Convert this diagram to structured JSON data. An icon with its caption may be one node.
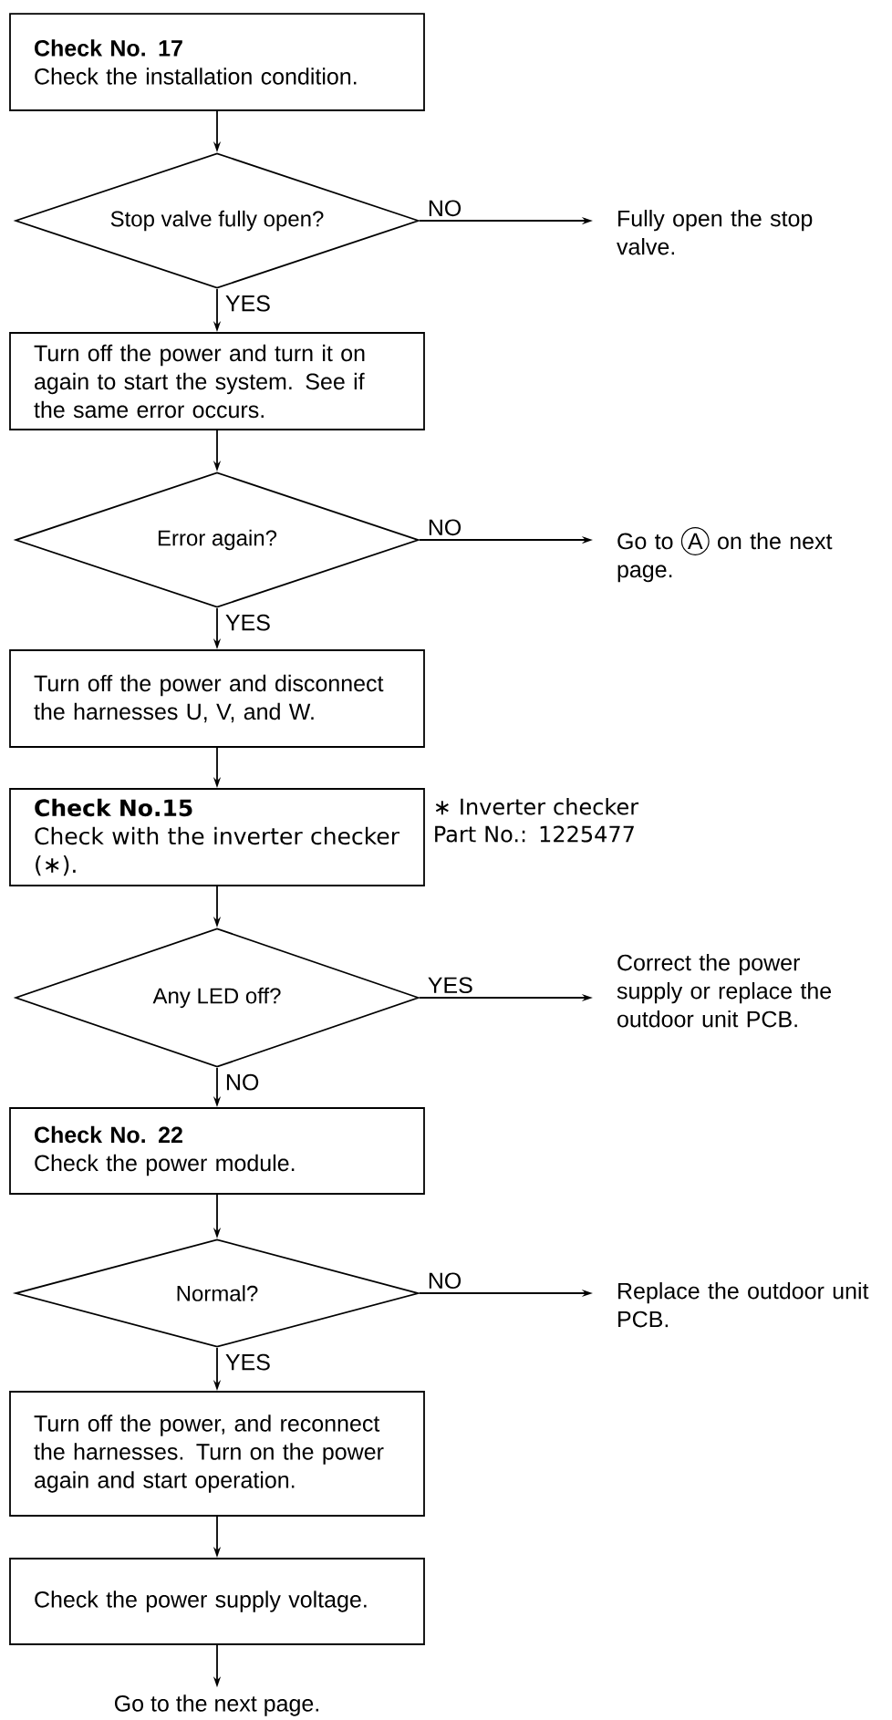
{
  "diagram": {
    "nodes": [
      {
        "text": [
          "Check No. 17",
          "Check the installation condition."
        ]
      },
      {
        "text": [
          "Stop valve fully open?"
        ]
      },
      {
        "text": [
          "Fully open the stop valve."
        ]
      },
      {
        "text": [
          "Turn off the power and turn it on again to start the system. See if the same error occurs."
        ]
      },
      {
        "text": [
          "Error again?"
        ]
      },
      {
        "text": [
          "Go to",
          "A",
          "on the next page."
        ]
      },
      {
        "text": [
          "Turn off the power and disconnect the harnesses U, V, and W."
        ]
      },
      {
        "text": [
          "Check No.15",
          "Check with the inverter checker (∗)."
        ],
        "beside": [
          "∗ Inverter checker Part No.: 1225477"
        ]
      },
      {
        "text": [
          "Any LED off?"
        ]
      },
      {
        "text": [
          "Correct the power supply or replace the outdoor unit PCB."
        ]
      },
      {
        "text": [
          "Check No. 22",
          "Check the power module."
        ]
      },
      {
        "text": [
          "Normal?"
        ]
      },
      {
        "text": [
          "Replace the outdoor unit PCB."
        ]
      },
      {
        "text": [
          "Turn off the power, and reconnect the harnesses. Turn on the power again and start operation."
        ]
      },
      {
        "text": [
          "Check the power supply voltage."
        ]
      },
      {
        "text": [
          "Go to the next page."
        ]
      }
    ],
    "edges": [
      {
        "from": 0,
        "to": 1,
        "arrow": "to"
      },
      {
        "from": 1,
        "to": 2,
        "arrow": "to",
        "label": "NO"
      },
      {
        "from": 1,
        "to": 3,
        "arrow": "to",
        "label": "YES"
      },
      {
        "from": 3,
        "to": 4,
        "arrow": "to"
      },
      {
        "from": 4,
        "to": 5,
        "arrow": "to",
        "label": "NO"
      },
      {
        "from": 4,
        "to": 6,
        "arrow": "to",
        "label": "YES"
      },
      {
        "from": 6,
        "to": 7,
        "arrow": "to"
      },
      {
        "from": 7,
        "to": 8,
        "arrow": "to"
      },
      {
        "from": 8,
        "to": 9,
        "arrow": "to",
        "label": "YES"
      },
      {
        "from": 8,
        "to": 10,
        "arrow": "to",
        "label": "NO"
      },
      {
        "from": 10,
        "to": 11,
        "arrow": "to"
      },
      {
        "from": 11,
        "to": 12,
        "arrow": "to",
        "label": "NO"
      },
      {
        "from": 11,
        "to": 13,
        "arrow": "to",
        "label": "YES"
      },
      {
        "from": 13,
        "to": 14,
        "arrow": "to"
      },
      {
        "from": 14,
        "to": 15,
        "arrow": "to"
      }
    ]
  }
}
